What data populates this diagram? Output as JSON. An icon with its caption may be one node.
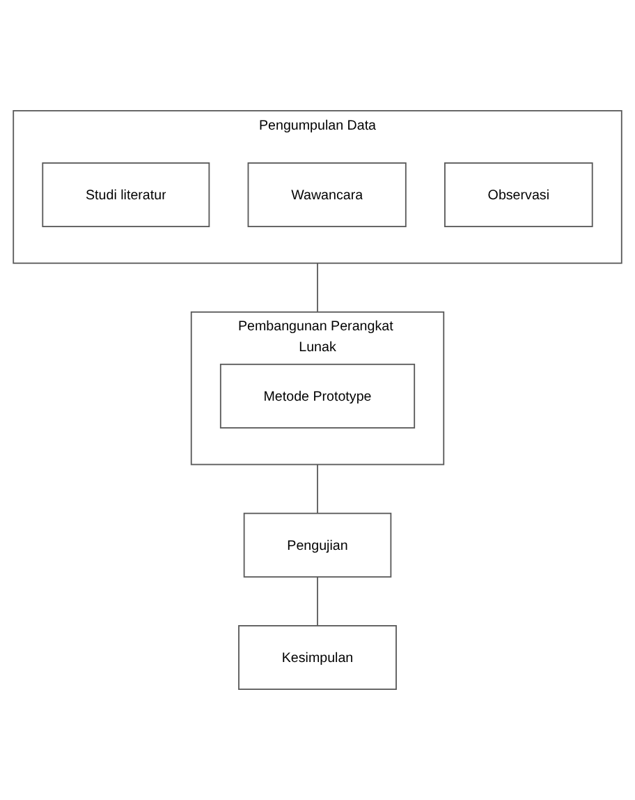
{
  "diagram": {
    "nodes": [
      {
        "text": [
          "Pengumpulan Data"
        ]
      },
      {
        "text": [
          "Studi literatur"
        ],
        "in": 0
      },
      {
        "text": [
          "Wawancara"
        ],
        "in": 0
      },
      {
        "text": [
          "Observasi"
        ],
        "in": 0
      },
      {
        "text": [
          "Pembangunan Perangkat Lunak"
        ]
      },
      {
        "text": [
          "Metode Prototype"
        ],
        "in": 4
      },
      {
        "text": [
          "Pengujian"
        ]
      },
      {
        "text": [
          "Kesimpulan"
        ]
      }
    ],
    "edges": [
      {
        "from": 0,
        "to": 4,
        "arrow": "none"
      },
      {
        "from": 4,
        "to": 6,
        "arrow": "none"
      },
      {
        "from": 6,
        "to": 7,
        "arrow": "none"
      }
    ]
  }
}
